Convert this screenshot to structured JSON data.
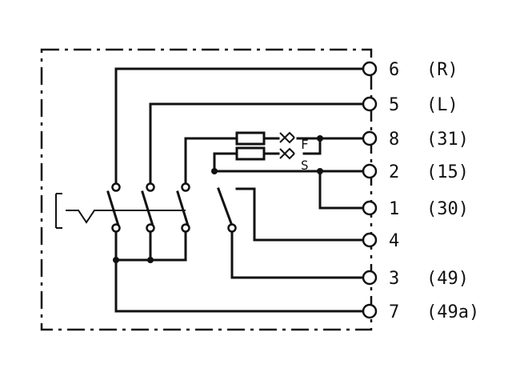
{
  "terminals": [
    {
      "num": "6",
      "sig": "(R)"
    },
    {
      "num": "5",
      "sig": "(L)"
    },
    {
      "num": "8",
      "sig": "(31)"
    },
    {
      "num": "2",
      "sig": "(15)"
    },
    {
      "num": "1",
      "sig": "(30)"
    },
    {
      "num": "4",
      "sig": ""
    },
    {
      "num": "3",
      "sig": "(49)"
    },
    {
      "num": "7",
      "sig": "(49a)"
    }
  ],
  "relay_labels": [
    "F",
    "S"
  ]
}
